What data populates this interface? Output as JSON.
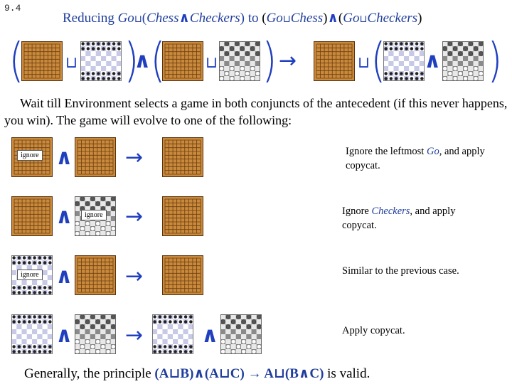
{
  "slide_number": "9.4",
  "title": {
    "prefix": "Reducing ",
    "go1": "Go",
    "chess1": "Chess",
    "checkers1": "Checkers",
    "mid": " to ",
    "go2": "Go",
    "chess2": "Chess",
    "go3": "Go",
    "checkers2": "Checkers"
  },
  "symbols": {
    "choice_or": "⊔",
    "and": "∧",
    "arrow": "→"
  },
  "paragraph": "Wait till Environment selects a game in both conjuncts of the antecedent (if this never happens, you win). The game will evolve to one of the following:",
  "ignore_label": "ignore",
  "rows": [
    {
      "note_pre": "Ignore the leftmost ",
      "note_em": "Go",
      "note_post": ", and apply copycat."
    },
    {
      "note_pre": "Ignore ",
      "note_em": "Checkers",
      "note_post": ", and apply copycat."
    },
    {
      "note_pre": "Similar to the previous case.",
      "note_em": "",
      "note_post": ""
    },
    {
      "note_pre": "Apply copycat.",
      "note_em": "",
      "note_post": ""
    }
  ],
  "footer": {
    "pre": "Generally, the principle ",
    "formula": "(A⊔B)∧(A⊔C) → A⊔(B∧C)",
    "post": " is valid."
  },
  "colors": {
    "accent": "#1f3fbf",
    "go_board": "#c98a3c",
    "go_lines": "#6b3d10",
    "chess_light": "#ffffff",
    "chess_dark": "#c7c9e6",
    "checkers_light": "#e8e8e8",
    "checkers_dark": "#8a8a8a"
  }
}
